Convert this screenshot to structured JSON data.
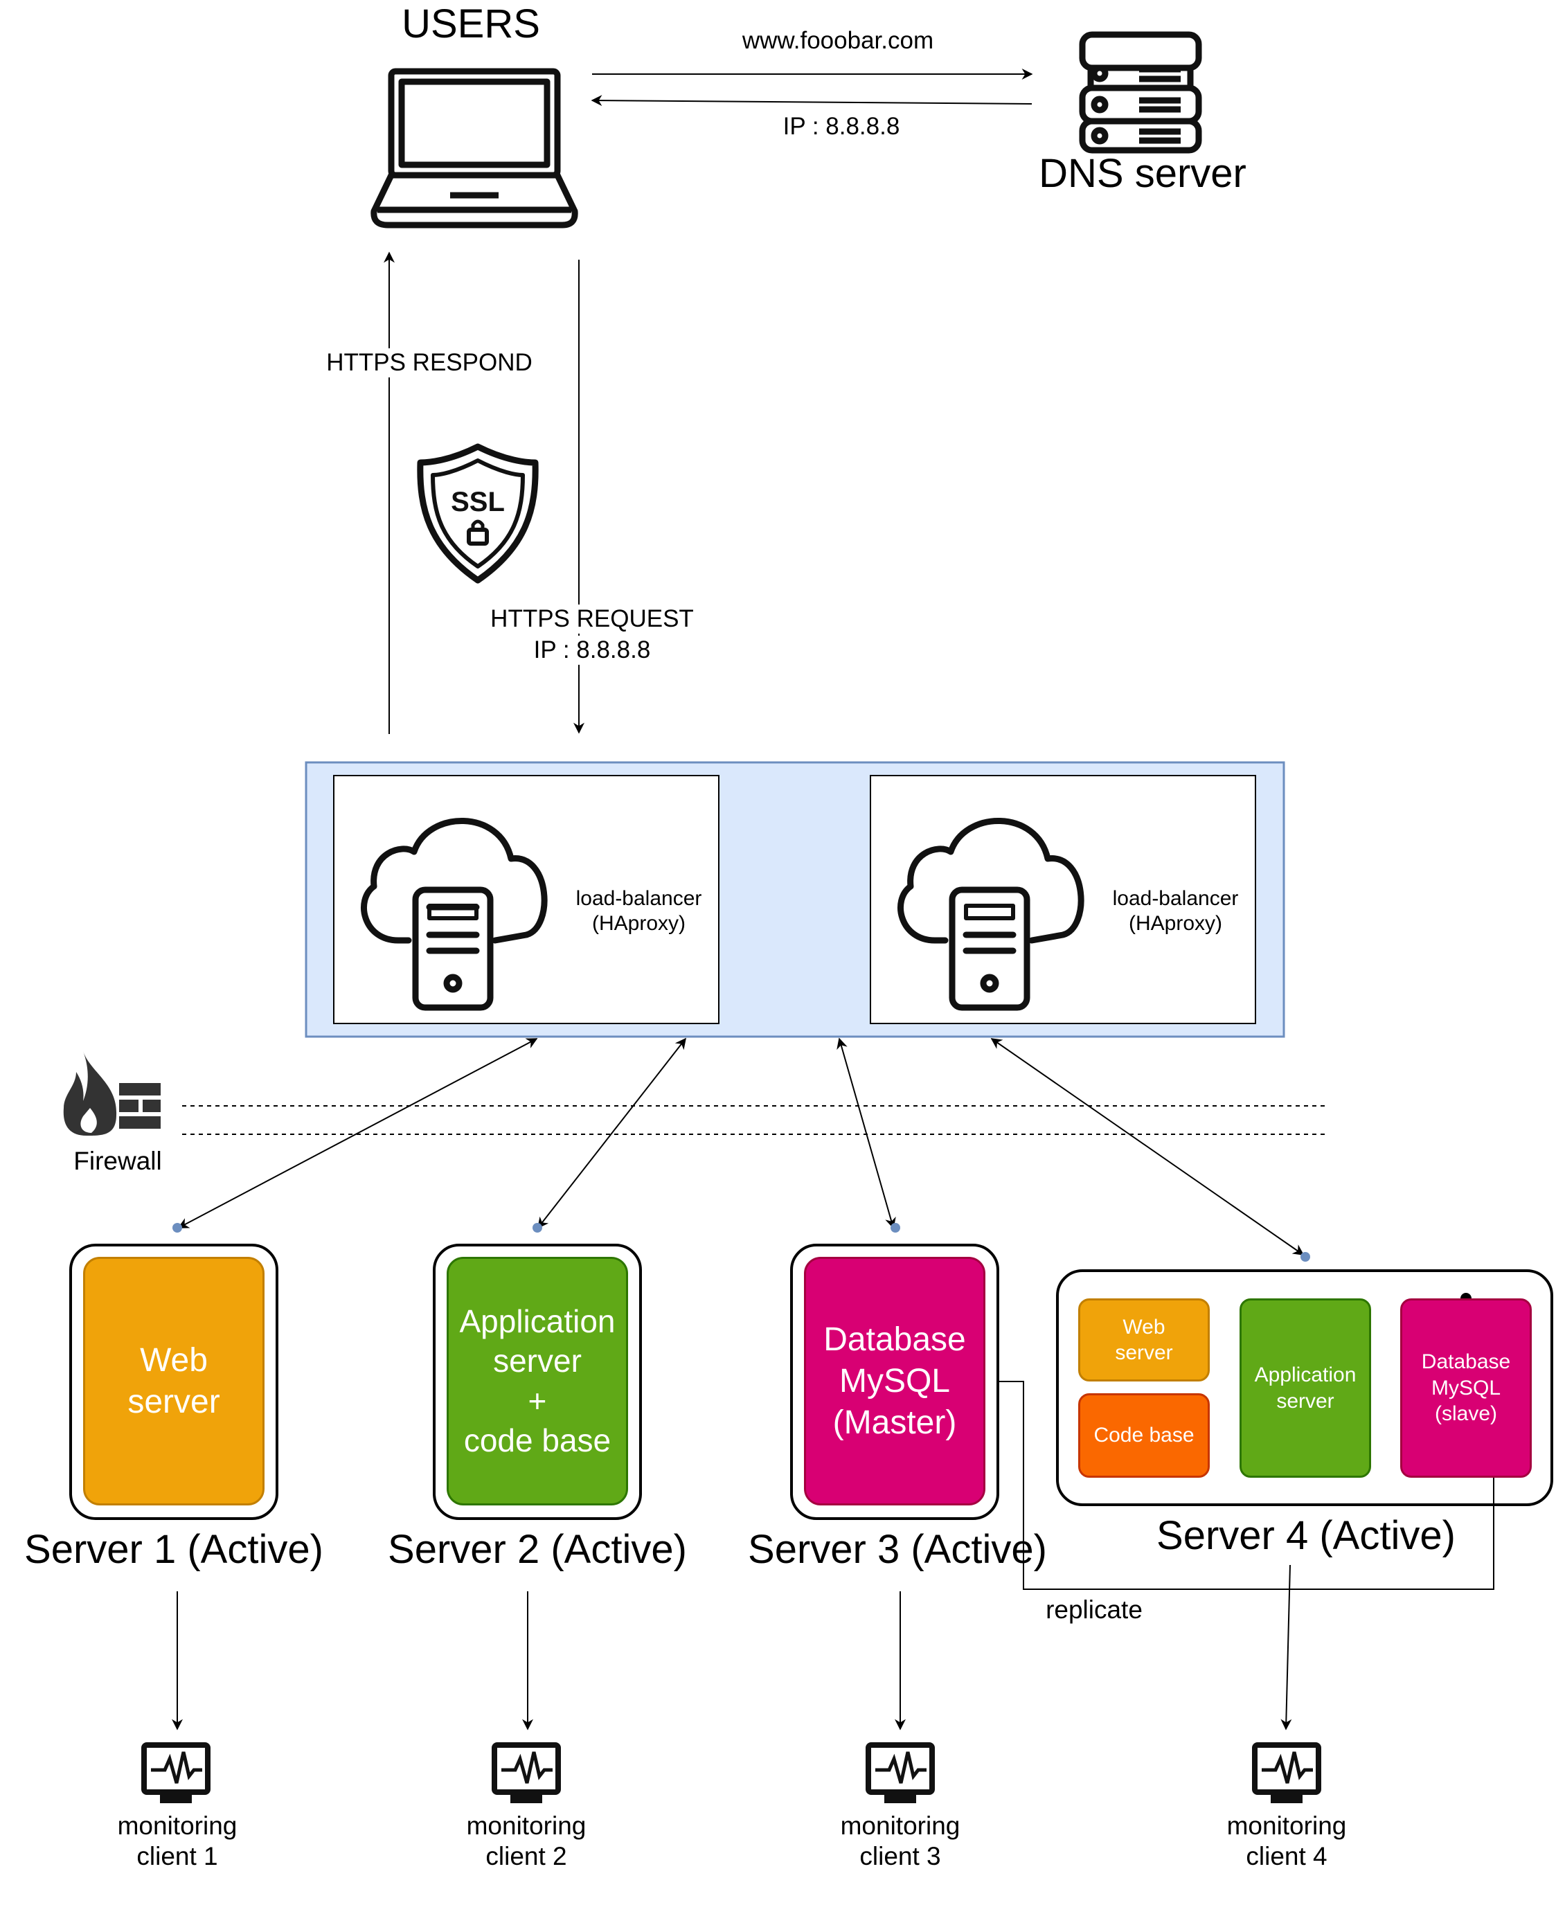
{
  "users": {
    "title": "USERS",
    "icon": "laptop-icon"
  },
  "dns": {
    "title": "DNS server",
    "icon": "server-rack-icon",
    "query_label": "www.fooobar.com",
    "answer_label": "IP : 8.8.8.8"
  },
  "https": {
    "respond_label": "HTTPS RESPOND",
    "request_label": "HTTPS REQUEST",
    "request_ip": "IP : 8.8.8.8",
    "ssl_icon": "ssl-shield-icon",
    "ssl_text": "SSL"
  },
  "load_balancers": [
    {
      "label_line1": "load-balancer",
      "label_line2": "(HAproxy)",
      "icon": "cloud-server-icon"
    },
    {
      "label_line1": "load-balancer",
      "label_line2": "(HAproxy)",
      "icon": "cloud-server-icon"
    }
  ],
  "firewall": {
    "label": "Firewall",
    "icon": "firewall-icon"
  },
  "servers": [
    {
      "caption": "Server 1 (Active)",
      "lines": [
        "Web",
        "server"
      ]
    },
    {
      "caption": "Server 2 (Active)",
      "lines": [
        "Application",
        "server",
        "+",
        "code base"
      ]
    },
    {
      "caption": "Server 3 (Active)",
      "lines": [
        "Database",
        "MySQL",
        "(Master)"
      ]
    },
    {
      "caption": "Server 4 (Active)",
      "web": [
        "Web",
        "server"
      ],
      "code": "Code base",
      "app": [
        "Application",
        "server"
      ],
      "db": [
        "Database",
        "MySQL",
        "(slave)"
      ]
    }
  ],
  "replicate_label": "replicate",
  "monitoring": [
    {
      "line1": "monitoring",
      "line2": "client 1"
    },
    {
      "line1": "monitoring",
      "line2": "client 2"
    },
    {
      "line1": "monitoring",
      "line2": "client 3"
    },
    {
      "line1": "monitoring",
      "line2": "client 4"
    }
  ],
  "colors": {
    "web": "#f0a30a",
    "app": "#60a917",
    "db": "#d80073",
    "code": "#fa6800",
    "lb_panel": "#dae8fc",
    "lb_border": "#6c8ebf",
    "endpoint": "#6c8ebf"
  }
}
